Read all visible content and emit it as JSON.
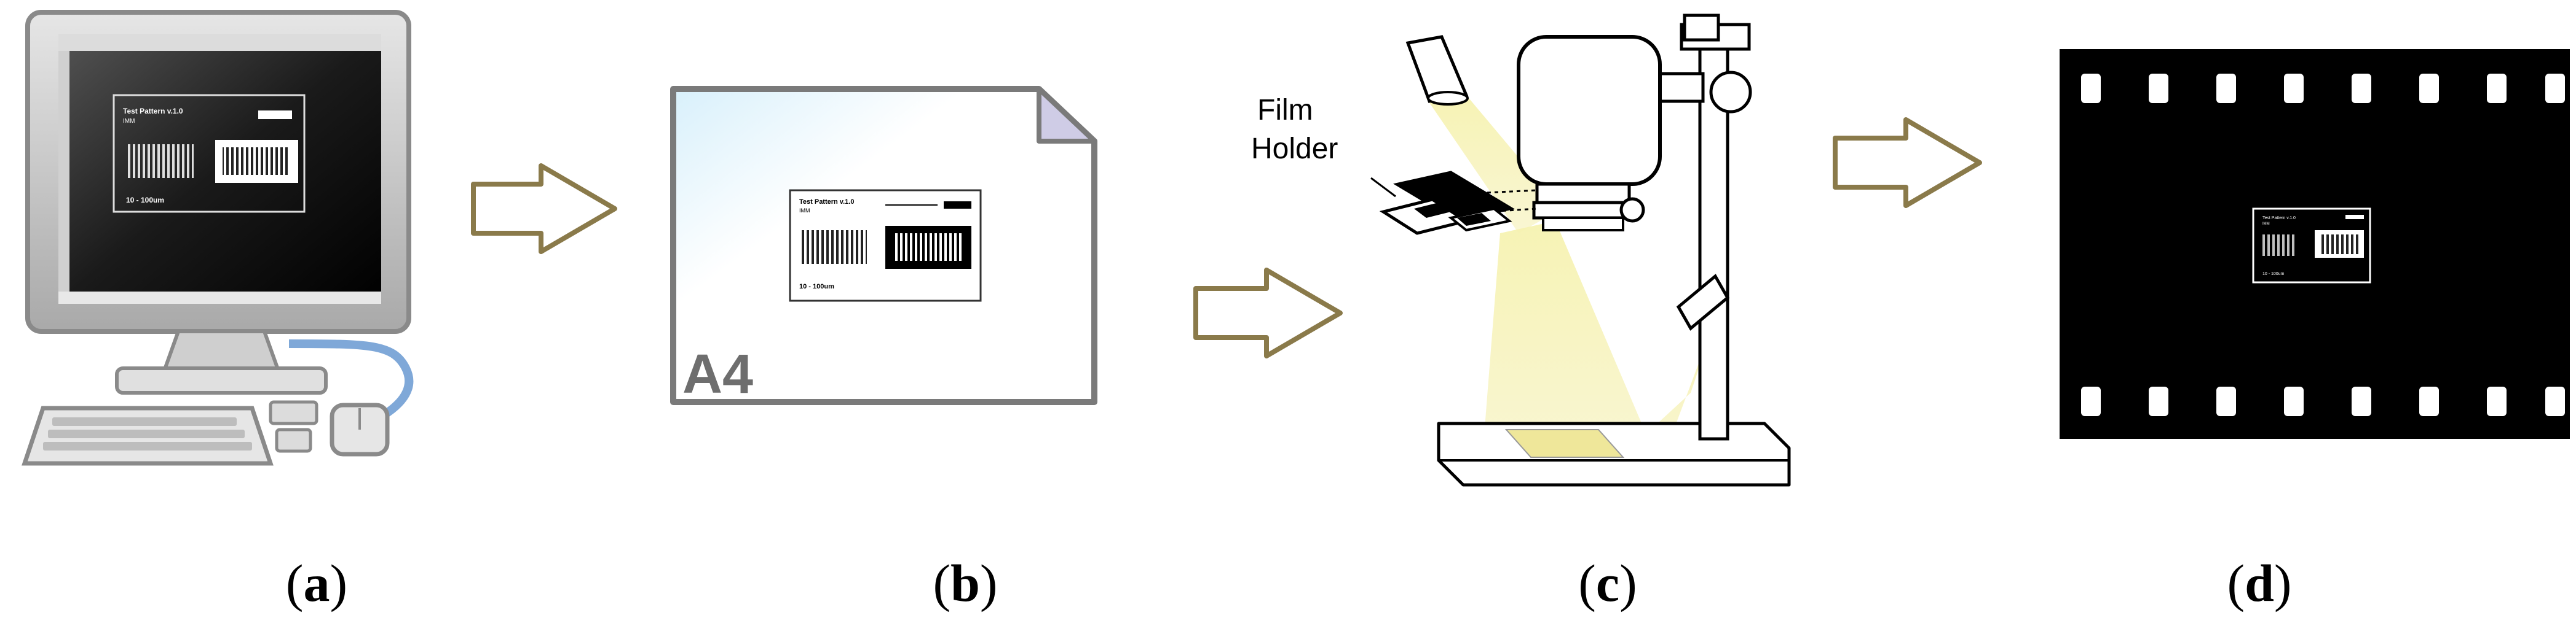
{
  "panels": {
    "a": {
      "caption_letter": "a",
      "screen": {
        "pattern_title": "Test Pattern v.1.0",
        "pattern_org": "IMM",
        "pattern_range": "10 - 100um"
      }
    },
    "b": {
      "caption_letter": "b",
      "paper_size": "A4",
      "pattern_title": "Test Pattern v.1.0",
      "pattern_org": "IMM",
      "pattern_range": "10 - 100um"
    },
    "c": {
      "caption_letter": "c",
      "label_line1": "Film",
      "label_line2": "Holder"
    },
    "d": {
      "caption_letter": "d",
      "pattern_title": "Test Pattern v.1.0",
      "pattern_org": "IMM",
      "pattern_range": "10 - 100um"
    }
  },
  "colors": {
    "arrow_stroke": "#8a7a4a",
    "light_cone": "#f5f0a0",
    "film_black": "#000000",
    "monitor_gray": "#b8b8b8"
  },
  "icons": [
    "monitor-icon",
    "keyboard-icon",
    "mouse-icon",
    "paper-sheet-icon",
    "lamp-icon",
    "enlarger-icon",
    "film-strip-icon",
    "arrow-right-icon"
  ]
}
